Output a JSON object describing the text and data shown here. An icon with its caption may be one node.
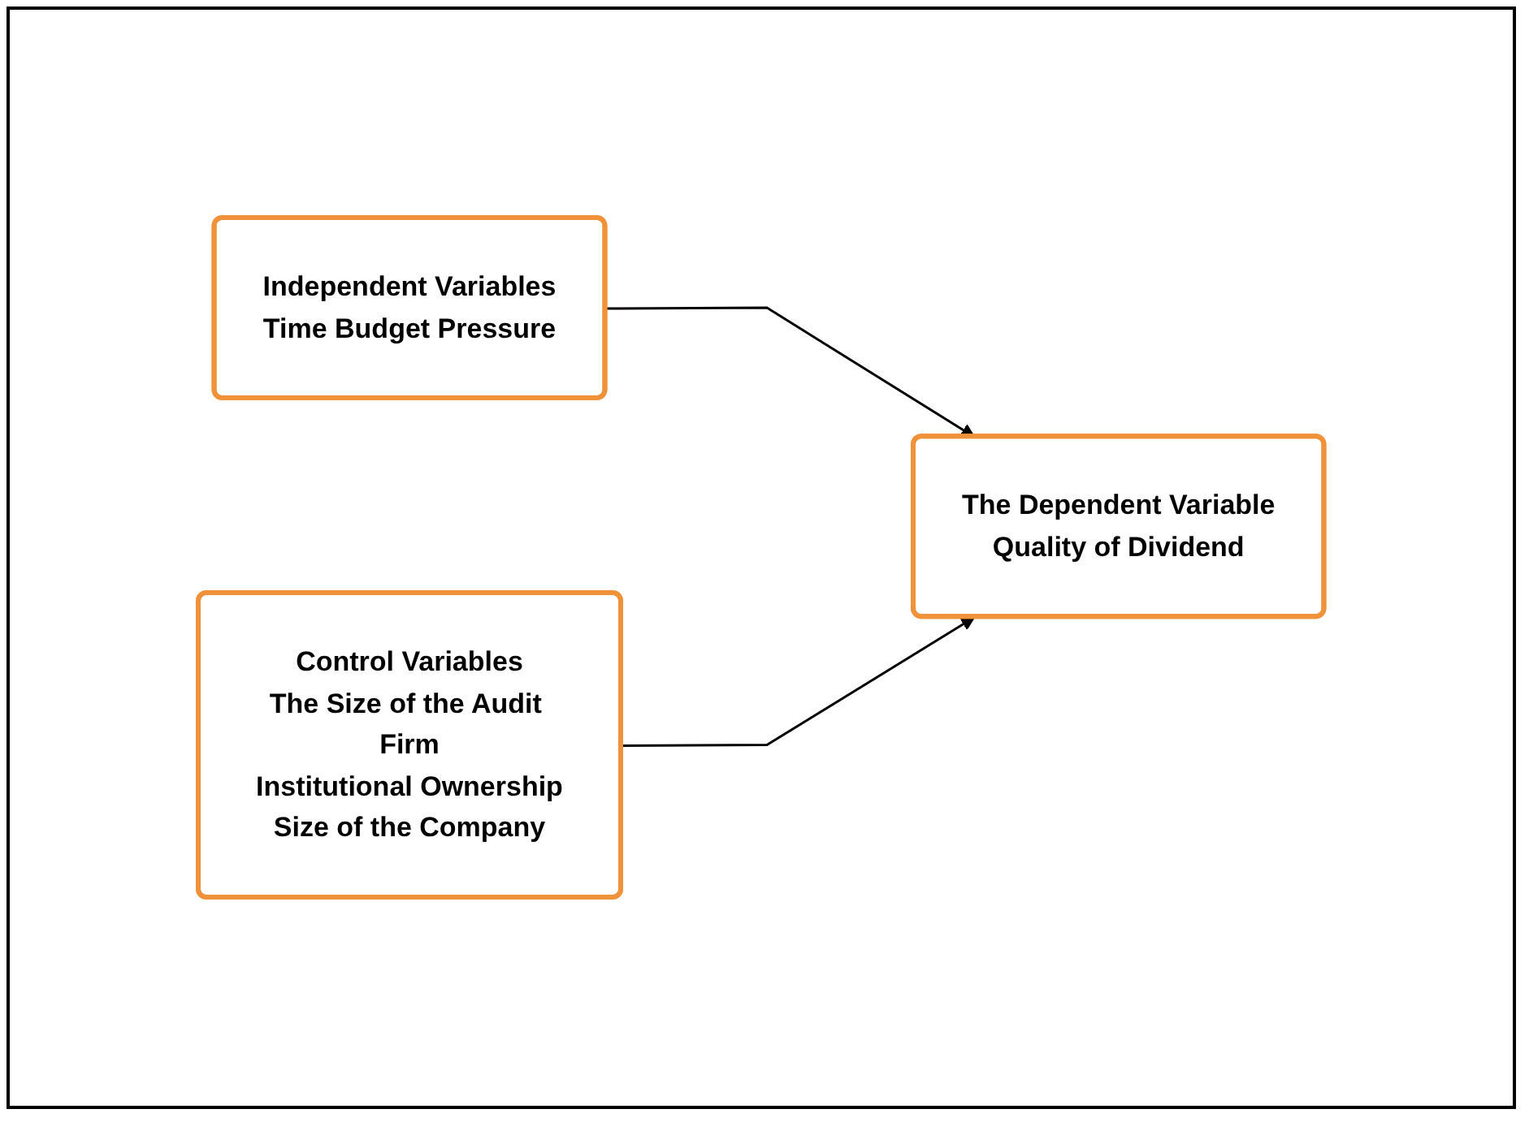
{
  "diagram": {
    "nodes": [
      {
        "text": [
          "Independent Variables",
          "Time Budget Pressure"
        ]
      },
      {
        "text": [
          "The Dependent Variable",
          "Quality of Dividend"
        ]
      },
      {
        "text": [
          "Control Variables",
          "The Size of the Audit Firm",
          "Institutional Ownership",
          "Size of the Company"
        ]
      }
    ],
    "edges": [
      {
        "from": 0,
        "to": 1,
        "arrow": "to"
      },
      {
        "from": 2,
        "to": 1,
        "arrow": "to"
      }
    ]
  }
}
